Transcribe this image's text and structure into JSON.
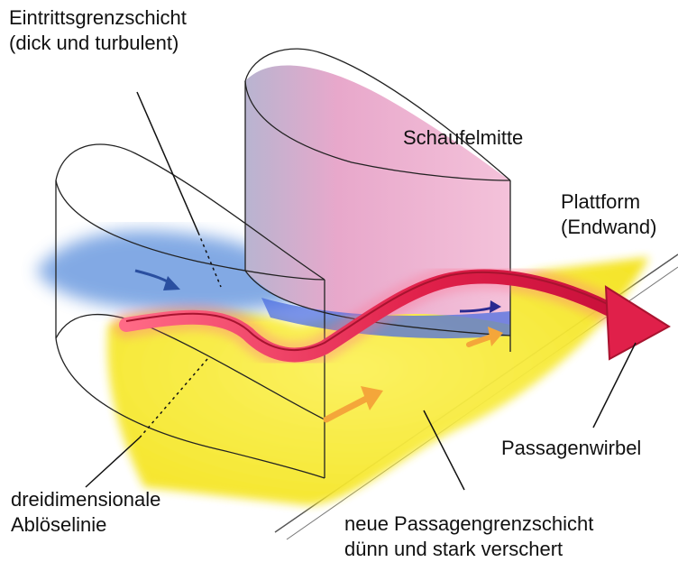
{
  "labels": {
    "eintritt_line1": "Eintrittsgrenzschicht",
    "eintritt_line2": "(dick und turbulent)",
    "schaufelmitte": "Schaufelmitte",
    "plattform_line1": "Plattform",
    "plattform_line2": "(Endwand)",
    "passagenwirbel": "Passagenwirbel",
    "abloese_line1": "dreidimensionale",
    "abloese_line2": "Ablöselinie",
    "neue_line1": "neue Passagengrenzschicht",
    "neue_line2": "dünn und stark verschert"
  },
  "colors": {
    "blade_back_fill": "#e7a3c6",
    "blade_back_shadow": "#b7b0cc",
    "endwall_yellow": "#f7ee3a",
    "inlet_blue": "#6d9be0",
    "vortex_red": "#e0204a",
    "vortex_dark": "#a8132f",
    "flow_orange": "#f4a63a",
    "outline": "#222222"
  }
}
